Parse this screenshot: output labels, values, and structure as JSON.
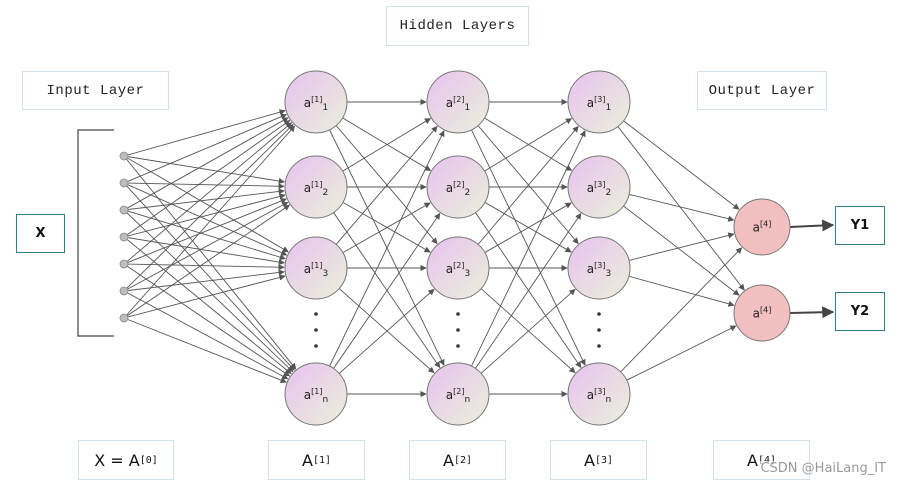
{
  "labels": {
    "hidden_layers": "Hidden Layers",
    "input_layer": "Input Layer",
    "output_layer": "Output Layer",
    "input_symbol": "X",
    "outputs": [
      "Y1",
      "Y2"
    ]
  },
  "hidden_layers": [
    {
      "layer": "1",
      "neurons": [
        {
          "base": "a",
          "sup": "[1]",
          "sub": "1"
        },
        {
          "base": "a",
          "sup": "[1]",
          "sub": "2"
        },
        {
          "base": "a",
          "sup": "[1]",
          "sub": "3"
        },
        {
          "base": "a",
          "sup": "[1]",
          "sub": "n"
        }
      ],
      "caption": {
        "base": "A",
        "sup": "[1]"
      }
    },
    {
      "layer": "2",
      "neurons": [
        {
          "base": "a",
          "sup": "[2]",
          "sub": "1"
        },
        {
          "base": "a",
          "sup": "[2]",
          "sub": "2"
        },
        {
          "base": "a",
          "sup": "[2]",
          "sub": "3"
        },
        {
          "base": "a",
          "sup": "[2]",
          "sub": "n"
        }
      ],
      "caption": {
        "base": "A",
        "sup": "[2]"
      }
    },
    {
      "layer": "3",
      "neurons": [
        {
          "base": "a",
          "sup": "[3]",
          "sub": "1"
        },
        {
          "base": "a",
          "sup": "[3]",
          "sub": "2"
        },
        {
          "base": "a",
          "sup": "[3]",
          "sub": "3"
        },
        {
          "base": "a",
          "sup": "[3]",
          "sub": "n"
        }
      ],
      "caption": {
        "base": "A",
        "sup": "[3]"
      }
    }
  ],
  "output_neurons": [
    {
      "base": "a",
      "sup": "[4]"
    },
    {
      "base": "a",
      "sup": "[4]"
    }
  ],
  "captions": {
    "input": {
      "base": "X = A",
      "sup": "[0]"
    },
    "output": {
      "base": "A",
      "sup": "[4]"
    }
  },
  "input_node_count": 7,
  "ellipsis": "⋮",
  "watermark": "CSDN @HaiLang_IT",
  "colors": {
    "hidden_node_fill_start": "#ecc9f0",
    "hidden_node_fill_end": "#e9efdc",
    "output_node_fill": "#f2c0c0",
    "edge": "#555555",
    "io_border": "#2e7d8a",
    "label_border": "#cfe3ea"
  }
}
